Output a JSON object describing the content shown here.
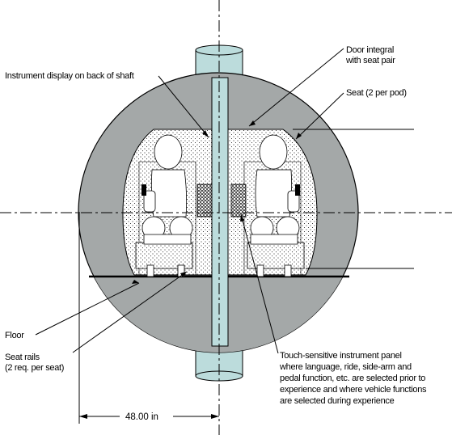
{
  "labels": {
    "instrument_display": "Instrument display on back of shaft",
    "door_line1": "Door integral",
    "door_line2": "with seat pair",
    "seat": "Seat (2 per pod)",
    "floor": "Floor",
    "seat_rails_line1": "Seat rails",
    "seat_rails_line2": "(2 req. per seat)",
    "touch_line1": "Touch-sensitive instrument panel",
    "touch_line2": "where language, ride, side-arm and",
    "touch_line3": "pedal function, etc. are selected prior to",
    "touch_line4": "experience and where vehicle functions",
    "touch_line5": "are selected during experience",
    "dimension": "48.00  in"
  },
  "colors": {
    "shell": "#a4a8a8",
    "shaft": "#bcdcdc",
    "cabin": "#ffffff",
    "stroke": "#000000"
  }
}
